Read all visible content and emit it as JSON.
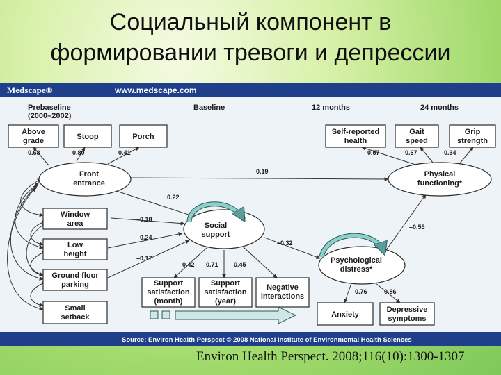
{
  "title": {
    "line1": "Социальный компонент в",
    "line2": "формировании тревоги и депрессии"
  },
  "banner": {
    "brand": "Medscape®",
    "url": "www.medscape.com"
  },
  "headers": {
    "prebaseline": "Prebaseline",
    "prebaseline_years": "(2000–2002)",
    "baseline": "Baseline",
    "months12": "12 months",
    "months24": "24 months"
  },
  "nodes": {
    "above_grade_1": "Above",
    "above_grade_2": "grade",
    "stoop": "Stoop",
    "porch": "Porch",
    "front_entrance_1": "Front",
    "front_entrance_2": "entrance",
    "window_area_1": "Window",
    "window_area_2": "area",
    "low_height_1": "Low",
    "low_height_2": "height",
    "ground_floor_1": "Ground floor",
    "ground_floor_2": "parking",
    "small_setback_1": "Small",
    "small_setback_2": "setback",
    "social_support_1": "Social",
    "social_support_2": "support",
    "support_month_1": "Support",
    "support_month_2": "satisfaction",
    "support_month_3": "(month)",
    "support_year_1": "Support",
    "support_year_2": "satisfaction",
    "support_year_3": "(year)",
    "negative_1": "Negative",
    "negative_2": "interactions",
    "self_reported_1": "Self-reported",
    "self_reported_2": "health",
    "gait_1": "Gait",
    "gait_2": "speed",
    "grip_1": "Grip",
    "grip_2": "strength",
    "physical_1": "Physical",
    "physical_2": "functioning*",
    "psych_1": "Psychological",
    "psych_2": "distress*",
    "anxiety": "Anxiety",
    "depressive_1": "Depressive",
    "depressive_2": "symptoms"
  },
  "coefficients": {
    "above_grade": "0.68",
    "stoop": "0.80",
    "porch": "0.41",
    "front_to_physical": "0.19",
    "front_to_social": "0.22",
    "window_to_social": "–0.18",
    "low_to_social": "–0.24",
    "ground_to_social": "–0.17",
    "social_to_psych": "–0.32",
    "support_month": "0.42",
    "support_year": "0.71",
    "negative": "0.45",
    "self_reported": "0.57",
    "gait": "0.67",
    "grip": "0.34",
    "psych_to_physical": "–0.55",
    "anxiety": "0.76",
    "depressive": "0.86"
  },
  "source": "Source: Environ Health Perspect © 2008 National Institute of Environmental Health Sciences",
  "citation": "Environ Health Perspect. 2008;116(10):1300-1307",
  "colors": {
    "banner": "#1f3f8a",
    "diagram_bg": "#eef3f8",
    "teal_arrow": "#6fb6b3"
  }
}
